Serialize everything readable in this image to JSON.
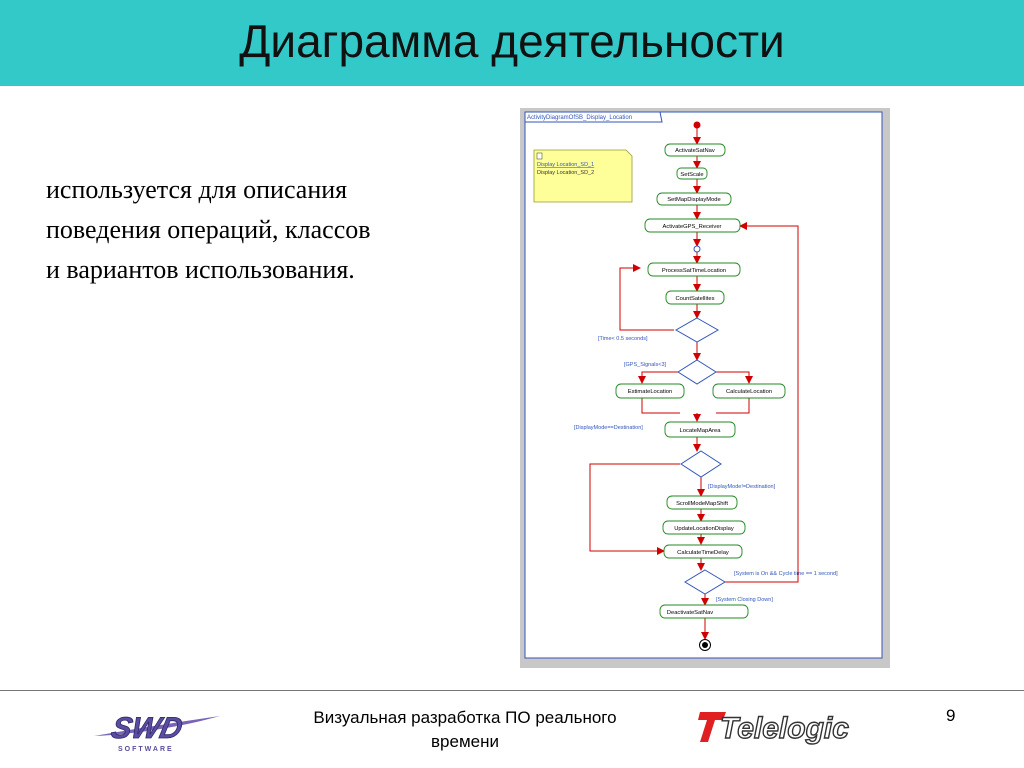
{
  "slide": {
    "title": "Диаграмма деятельности",
    "body_lines": [
      "используется для описания",
      "поведения операций, классов",
      "и вариантов использования."
    ],
    "footer_text_line1": "Визуальная разработка ПО реального",
    "footer_text_line2": "времени",
    "page_number": "9",
    "header_color": "#33c9c9"
  },
  "logos": {
    "left": "SWD SOFTWARE",
    "right": "Telelogic"
  },
  "diagram": {
    "frame_label": "ActivityDiagramOfSB_Display_Location",
    "note_lines": [
      "Display Location_SD_1",
      "Display Location_SD_2"
    ],
    "activities": {
      "a1": "ActivateSatNav",
      "a2": "SetScale",
      "a3": "SetMapDisplayMode",
      "a4": "ActivateGPS_Receiver",
      "a5": "ProcessSatTimeLocation",
      "a6": "CountSatellites",
      "a7": "EstimateLocation",
      "a8": "CalculateLocation",
      "a9": "LocateMapArea",
      "a10": "ScrollModeMapShift",
      "a11": "UpdateLocationDisplay",
      "a12": "CalculateTimeDelay",
      "a13": "DeactivateSatNav"
    },
    "guards": {
      "g1": "[Time< 0.5 seconds]",
      "g2": "[GPS_Signals<3]",
      "g3": "[DisplayMode==Destination]",
      "g4": "[DisplayMode!=Destination]",
      "g5": "[System is On && Cycle time == 1 second]",
      "g6": "[System Closing Down]"
    }
  }
}
